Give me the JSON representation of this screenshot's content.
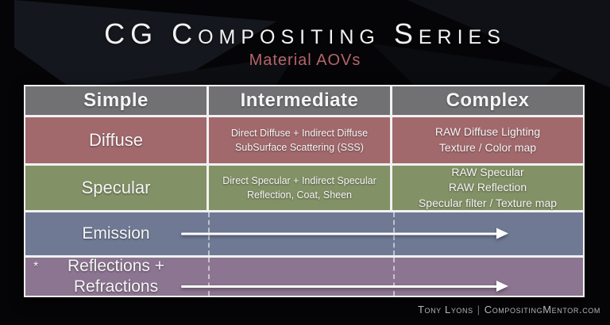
{
  "title": "CG Compositing Series",
  "subtitle": "Material AOVs",
  "colors": {
    "header_bg": "#717174",
    "diffuse_bg": "#a2696d",
    "specular_bg": "#839166",
    "emission_bg": "#6f7994",
    "reflections_bg": "#8c7591",
    "subtitle": "#b4646a"
  },
  "table": {
    "headers": [
      "Simple",
      "Intermediate",
      "Complex"
    ],
    "rows": [
      {
        "label": "Diffuse",
        "intermediate": [
          "Direct Diffuse + Indirect Diffuse",
          "SubSurface Scattering (SSS)"
        ],
        "complex": [
          "RAW Diffuse Lighting",
          "Texture / Color map"
        ]
      },
      {
        "label": "Specular",
        "intermediate": [
          "Direct Specular + Indirect Specular",
          "Reflection, Coat, Sheen"
        ],
        "complex": [
          "RAW Specular",
          "RAW Reflection",
          "Specular filter / Texture map"
        ]
      }
    ],
    "span_rows": [
      {
        "prefix": "",
        "label_lines": [
          "Emission"
        ]
      },
      {
        "prefix": "*",
        "label_lines": [
          "Reflections +",
          "Refractions"
        ]
      }
    ]
  },
  "footer": {
    "author": "Tony Lyons",
    "separator": "|",
    "site": "CompositingMentor.com"
  }
}
